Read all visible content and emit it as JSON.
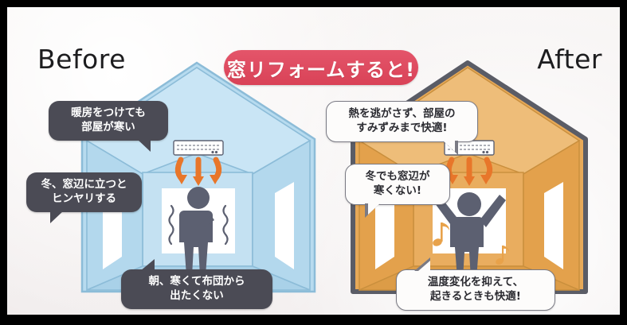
{
  "frame": {
    "border_color": "#000000",
    "paper_color": "#f4f0f0"
  },
  "headings": {
    "before": "Before",
    "after": "After"
  },
  "banner": {
    "text": "窓リフォームすると!",
    "bg_color": "#d94257",
    "text_color": "#ffffff"
  },
  "before_house": {
    "wall_color": "#b7dbef",
    "roof_color": "#c8e4f4",
    "floor_color": "#a7cfe6",
    "outline_color": "#8cbcd8",
    "window_color": "#ffffff",
    "figure_color": "#5c6071",
    "aircon_label": "air-conditioner",
    "arrow_color": "#e8762a",
    "bubbles": [
      {
        "id": "b1",
        "text": "暖房をつけても\n部屋が寒い",
        "style": "dark"
      },
      {
        "id": "b2",
        "text": "冬、窓辺に立つと\nヒンヤリする",
        "style": "dark"
      },
      {
        "id": "b3",
        "text": "朝、寒くて布団から\n出たくない",
        "style": "dark"
      }
    ]
  },
  "after_house": {
    "wall_color": "#e7a958",
    "roof_color": "#edbb76",
    "floor_color": "#dc9c47",
    "outline_color": "#5a5c66",
    "window_color": "#ffffff",
    "figure_color": "#5c6071",
    "aircon_label": "air-conditioner",
    "arrow_color": "#e8762a",
    "note_color": "#e8a24a",
    "bubbles": [
      {
        "id": "b4",
        "text": "熱を逃がさず、部屋の\nすみずみまで快適!",
        "style": "light"
      },
      {
        "id": "b5",
        "text": "冬でも窓辺が\n寒くない!",
        "style": "light"
      },
      {
        "id": "b6",
        "text": "温度変化を抑えて、\n起きるときも快適!",
        "style": "light"
      }
    ]
  }
}
